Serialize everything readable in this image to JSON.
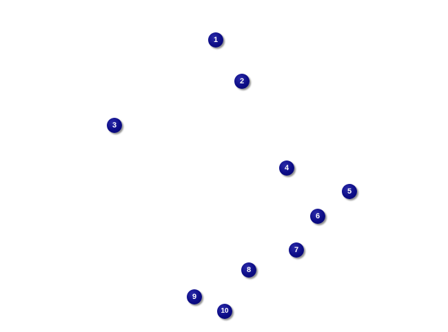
{
  "markers": [
    {
      "label": "1"
    },
    {
      "label": "2"
    },
    {
      "label": "3"
    },
    {
      "label": "4"
    },
    {
      "label": "5"
    },
    {
      "label": "6"
    },
    {
      "label": "7"
    },
    {
      "label": "8"
    },
    {
      "label": "9"
    },
    {
      "label": "10"
    }
  ],
  "colors": {
    "marker_fill": "#0c0c86",
    "marker_text": "#ffffff",
    "background": "#ffffff"
  }
}
